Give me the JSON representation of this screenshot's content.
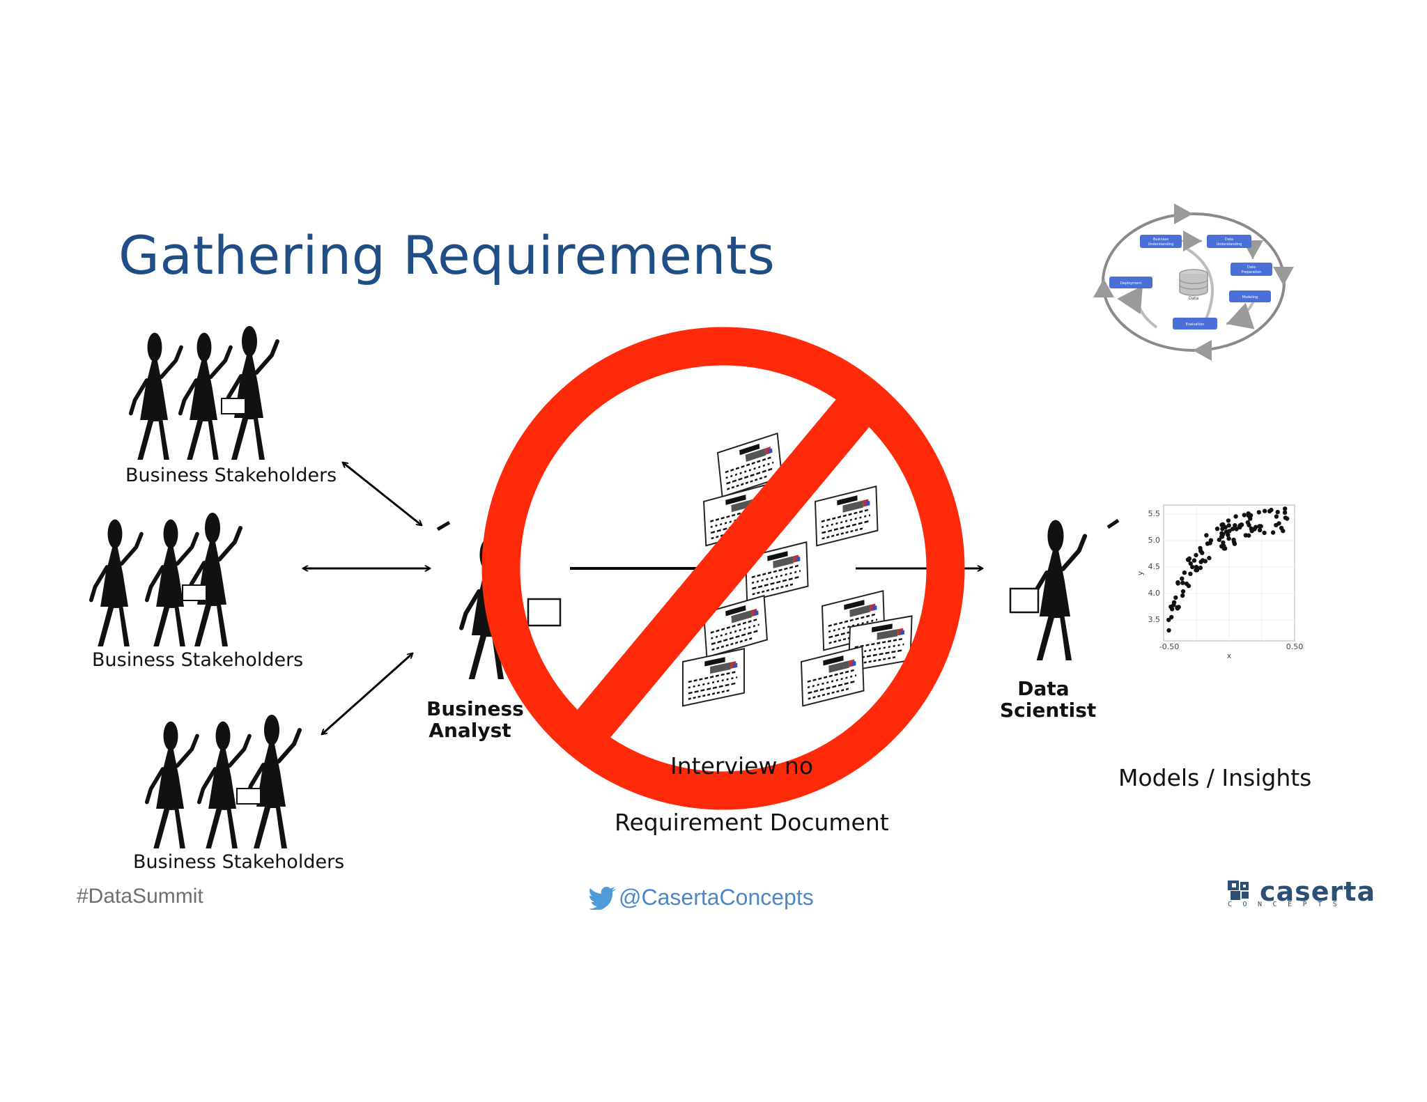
{
  "slide": {
    "title": "Gathering Requirements"
  },
  "stakeholders": [
    {
      "label": "Business Stakeholders"
    },
    {
      "label": "Business Stakeholders"
    },
    {
      "label": "Business Stakeholders"
    }
  ],
  "analyst": {
    "line1": "Business",
    "line2": "Analyst"
  },
  "scientist": {
    "line1": "Data",
    "line2": "Scientist"
  },
  "documents": {
    "interview_notes": "Interview no",
    "requirement_document": "Requirement Document"
  },
  "models": {
    "label": "Models / Insights"
  },
  "crisp_dm": {
    "phases": [
      "Business Understanding",
      "Data Understanding",
      "Data Preparation",
      "Modeling",
      "Evaluation",
      "Deployment"
    ],
    "center": "Data"
  },
  "scatter_plot": {
    "y_ticks": [
      "5.5",
      "5.0",
      "4.5",
      "4.0",
      "3.5"
    ],
    "x_ticks": [
      "-0.50",
      "0.50"
    ],
    "xlabel": "x",
    "ylabel": "y"
  },
  "footer": {
    "hashtag": "#DataSummit",
    "twitter": "@CasertaConcepts",
    "logo": "caserta",
    "logo_sub": "CONCEPTS"
  },
  "colors": {
    "title": "#1f4e87",
    "prohibition": "#ff2a0a",
    "crisp_box": "#4a6fd8",
    "twitter": "#4f86c6",
    "logo": "#2c4f73"
  },
  "icons": [
    "prohibition-sign-icon",
    "twitter-bird-icon",
    "database-icon",
    "caserta-logo-icon"
  ]
}
